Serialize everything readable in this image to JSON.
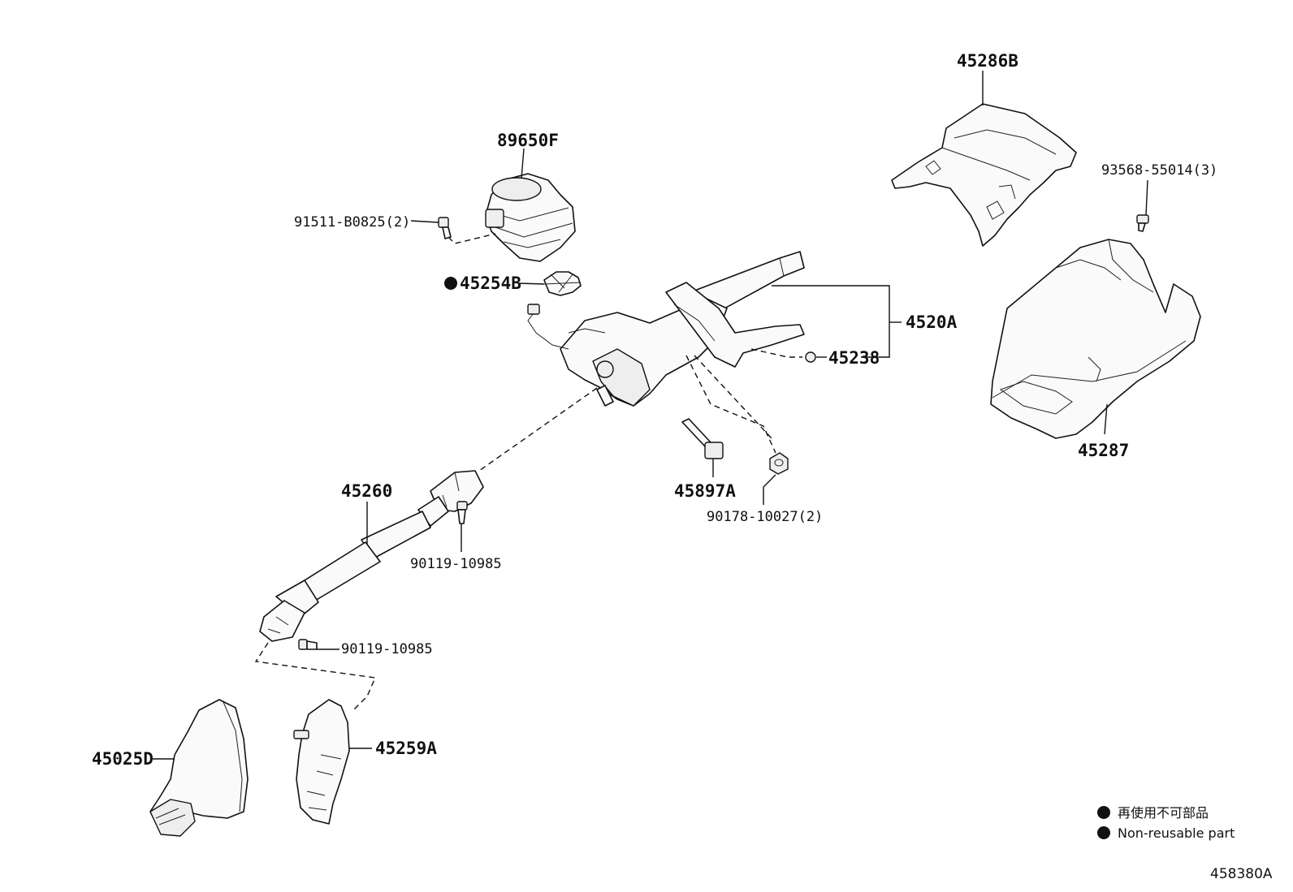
{
  "labels": {
    "p45286B": "45286B",
    "p93568": "93568-55014(3)",
    "p89650F": "89650F",
    "p91511": "91511-B0825(2)",
    "p45254B": "45254B",
    "p4520A": "4520A",
    "p45238": "45238",
    "p45287": "45287",
    "p45897A": "45897A",
    "p90178": "90178-10027(2)",
    "p45260": "45260",
    "p90119a": "90119-10985",
    "p90119b": "90119-10985",
    "p45025D": "45025D",
    "p45259A": "45259A"
  },
  "legend": {
    "ja": "再使用不可部品",
    "en": "Non-reusable part"
  },
  "diagram_code": "458380A"
}
